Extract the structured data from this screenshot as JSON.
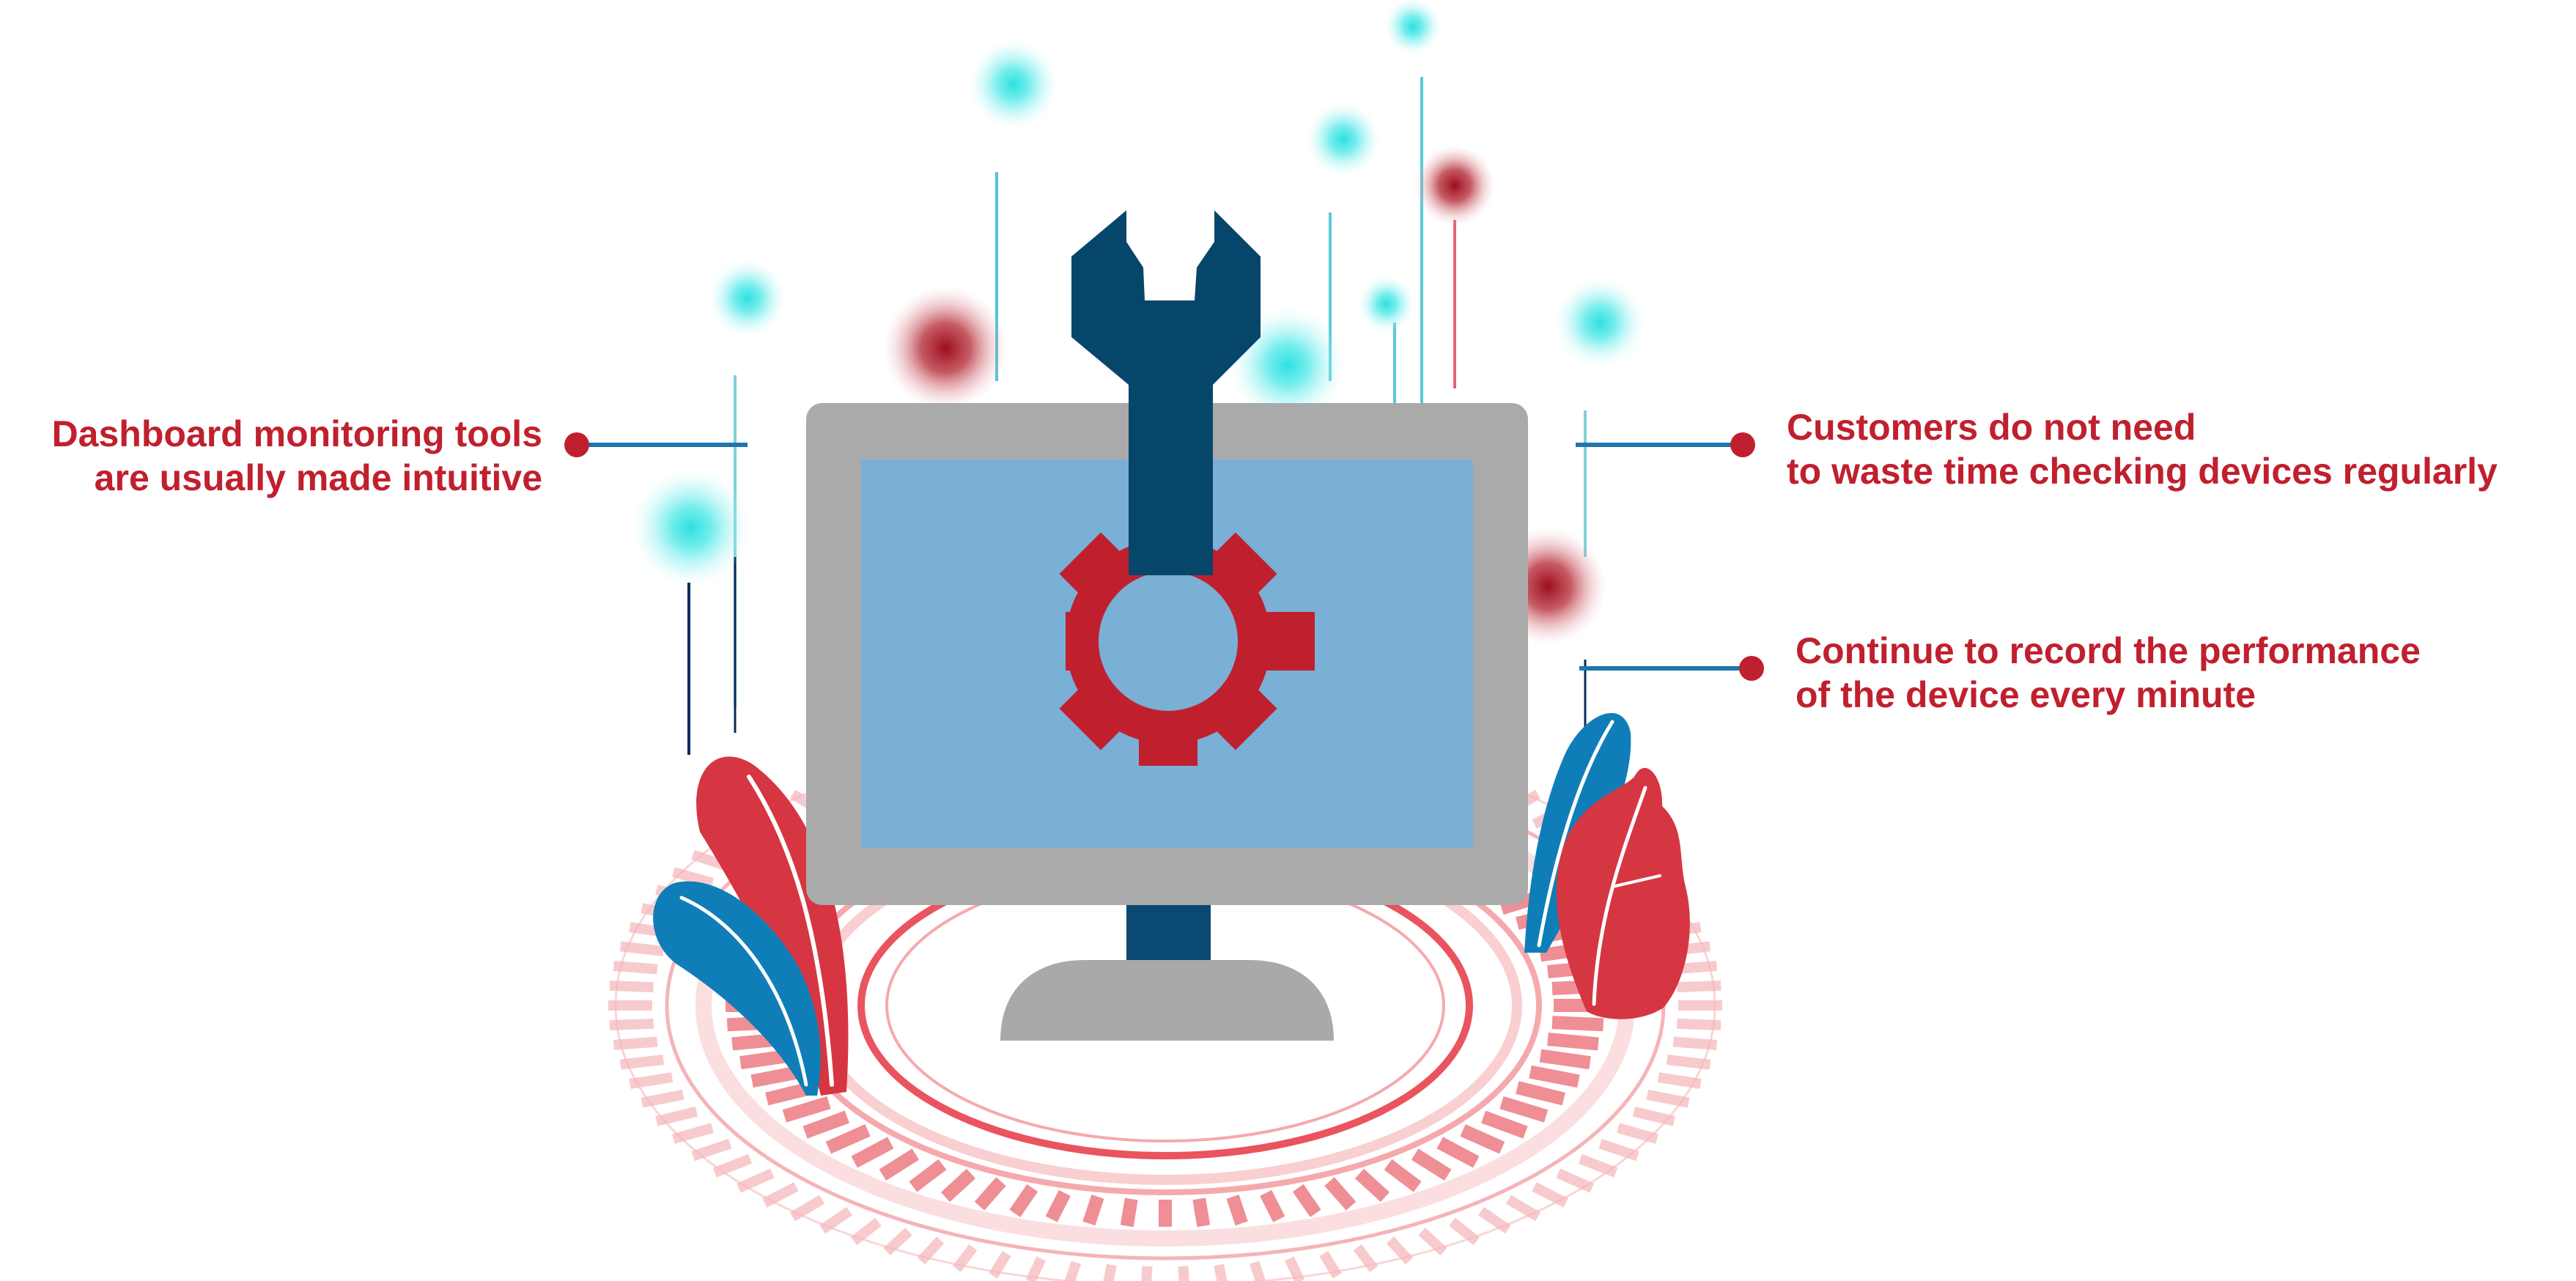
{
  "callouts": {
    "left": {
      "line1": "Dashboard monitoring tools",
      "line2": "are usually made intuitive"
    },
    "right_top": {
      "line1": "Customers do not need",
      "line2": "to waste time checking devices regularly"
    },
    "right_bottom": {
      "line1": "Continue to record the performance",
      "line2": "of the device every minute"
    }
  },
  "icons": {
    "monitor": "monitor-icon",
    "wrench": "wrench-icon",
    "gear": "gear-icon",
    "leaves": "leaf-icon"
  },
  "colors": {
    "accent_red": "#c0202e",
    "navy": "#06466a",
    "screen_blue": "#7aafd6",
    "monitor_gray": "#a9a9a9",
    "leaf_blue": "#0f7eb8",
    "leaf_red": "#d63642",
    "glow_cyan": "#2ee0e0",
    "ring_pink": "#f3a7aa"
  }
}
